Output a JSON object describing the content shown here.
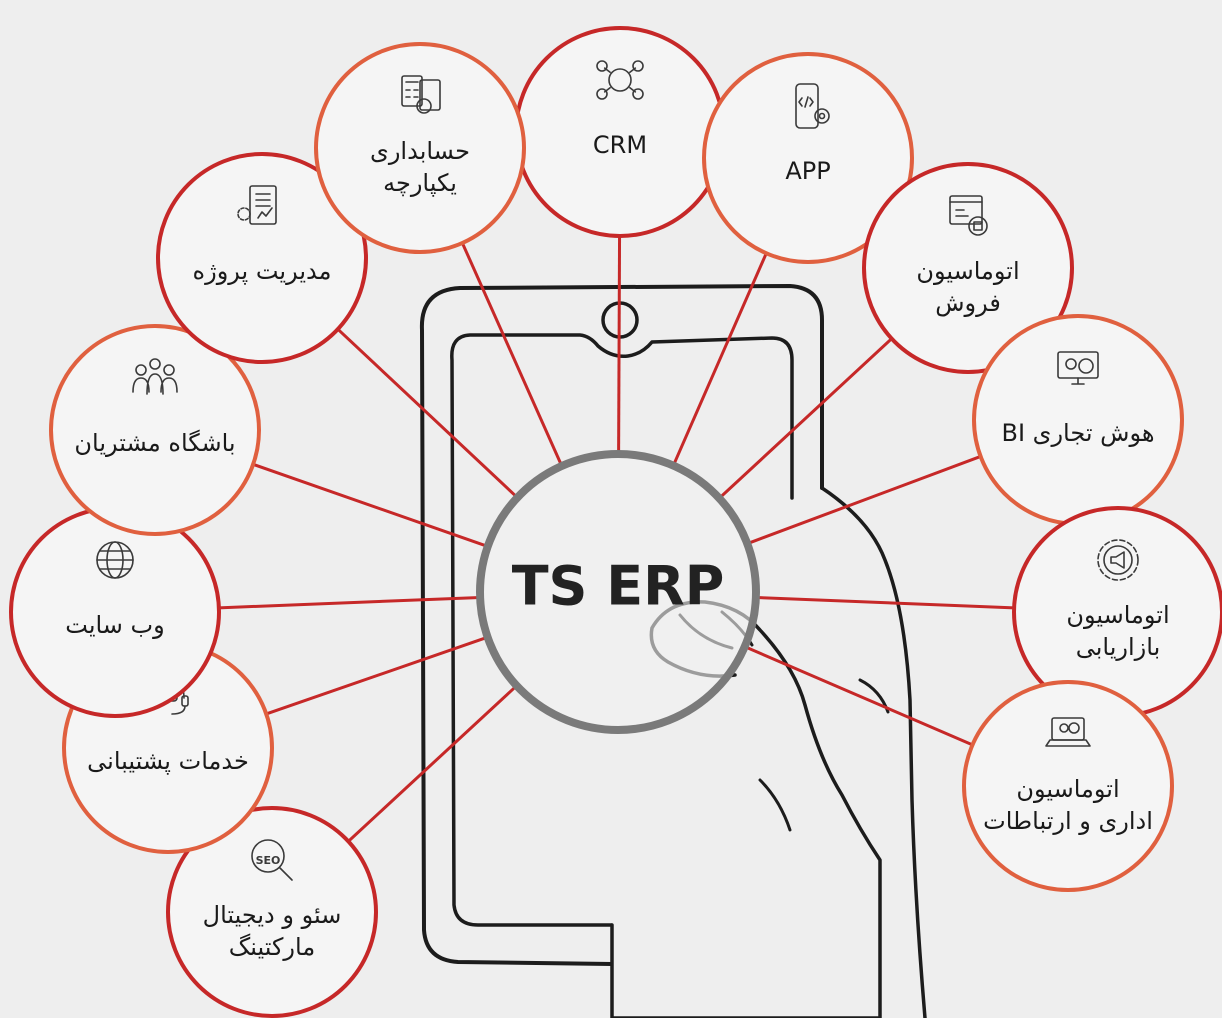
{
  "colors": {
    "background": "#eeeeee",
    "connector": "#c62828",
    "ring_dark": "#c62828",
    "ring_light": "#e0603f",
    "center_ring": "#7a7a7a",
    "fill": "#f5f5f5"
  },
  "center": {
    "label": "TS ERP"
  },
  "nodes": [
    {
      "key": "crm",
      "lines": [
        "CRM"
      ],
      "icon": "crm-network-icon",
      "ring": "dark"
    },
    {
      "key": "app",
      "lines": [
        "APP"
      ],
      "icon": "mobile-app-code-icon",
      "ring": "light"
    },
    {
      "key": "sales",
      "lines": [
        "اتوماسیون",
        "فروش"
      ],
      "icon": "sales-automation-icon",
      "ring": "dark"
    },
    {
      "key": "bi",
      "lines": [
        "هوش تجاری BI"
      ],
      "icon": "monitor-gears-icon",
      "ring": "light"
    },
    {
      "key": "marketing",
      "lines": [
        "اتوماسیون",
        "بازاریابی"
      ],
      "icon": "megaphone-gear-icon",
      "ring": "dark"
    },
    {
      "key": "office",
      "lines": [
        "اتوماسیون",
        "اداری و ارتباطات"
      ],
      "icon": "laptop-gears-icon",
      "ring": "light"
    },
    {
      "key": "seo",
      "lines": [
        "سئو و دیجیتال",
        "مارکتینگ"
      ],
      "icon": "seo-magnifier-icon",
      "ring": "dark"
    },
    {
      "key": "support",
      "lines": [
        "خدمات پشتیبانی"
      ],
      "icon": "support-headset-icon",
      "ring": "light"
    },
    {
      "key": "website",
      "lines": [
        "وب سایت"
      ],
      "icon": "globe-icon",
      "ring": "dark"
    },
    {
      "key": "club",
      "lines": [
        "باشگاه مشتریان"
      ],
      "icon": "customer-group-icon",
      "ring": "light"
    },
    {
      "key": "project",
      "lines": [
        "مدیریت پروژه"
      ],
      "icon": "project-clipboard-icon",
      "ring": "dark"
    },
    {
      "key": "accounting",
      "lines": [
        "حسابداری",
        "یکپارچه"
      ],
      "icon": "accounting-calculator-icon",
      "ring": "light"
    }
  ]
}
